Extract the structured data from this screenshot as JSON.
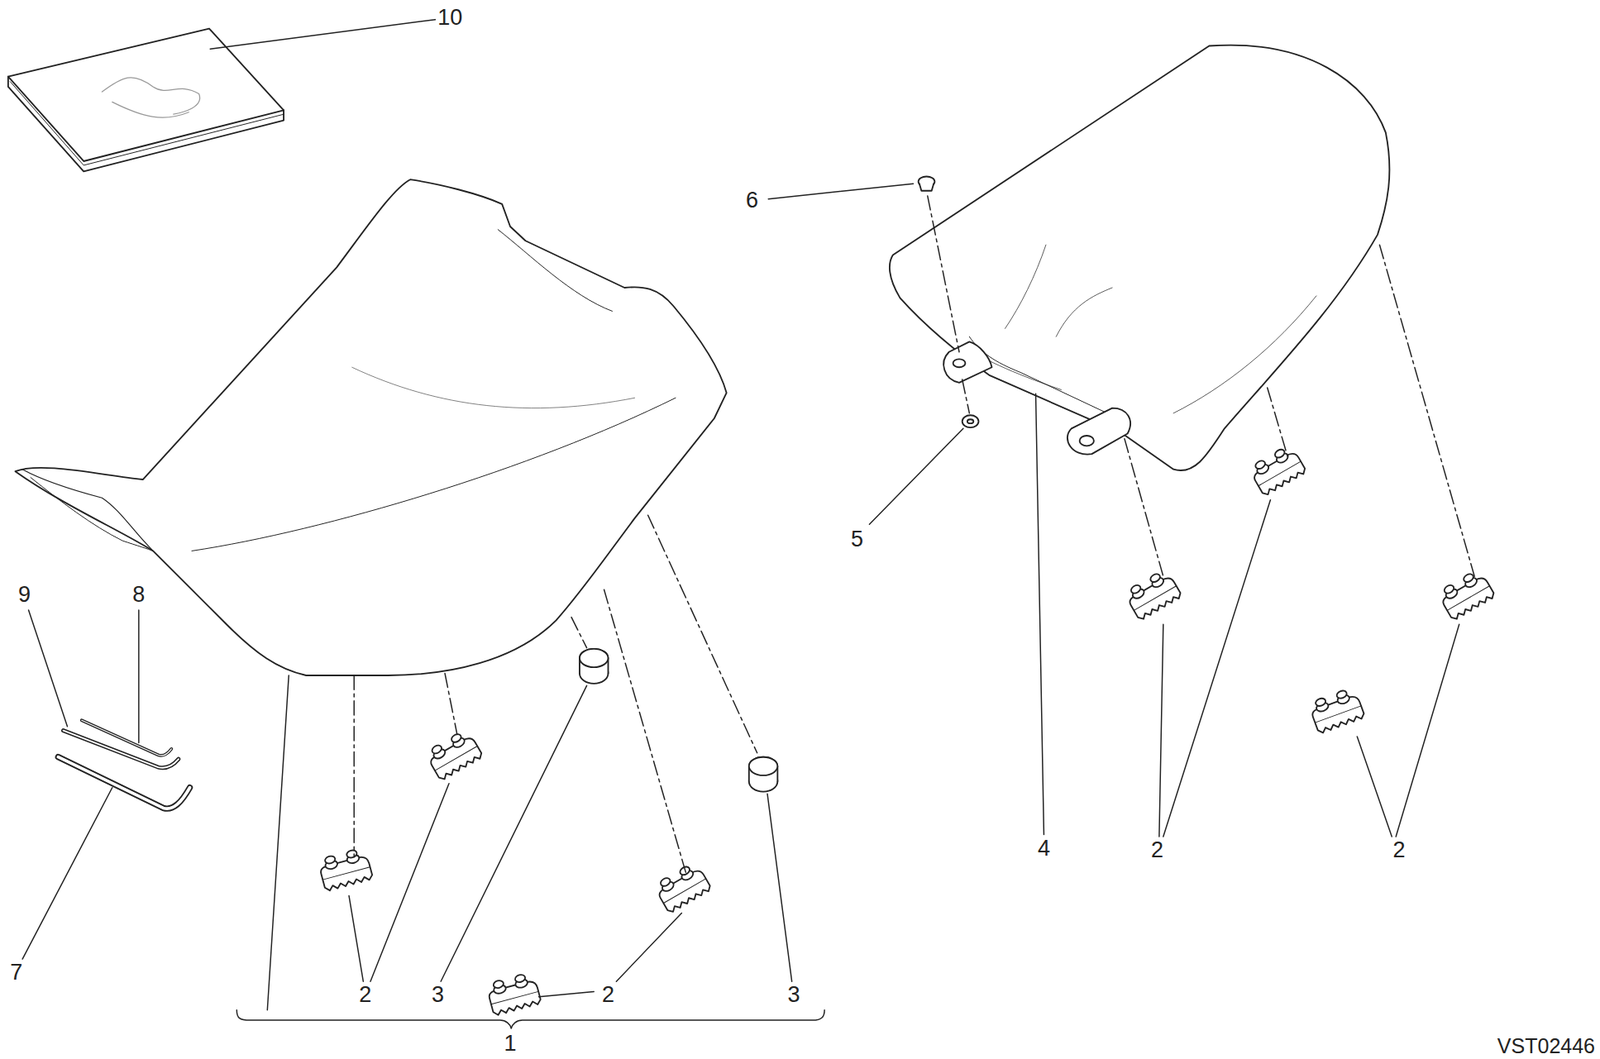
{
  "diagram": {
    "labels": [
      "10",
      "6",
      "5",
      "9",
      "8",
      "4",
      "2",
      "2",
      "7",
      "2",
      "3",
      "2",
      "3",
      "1",
      "VST02446"
    ]
  }
}
